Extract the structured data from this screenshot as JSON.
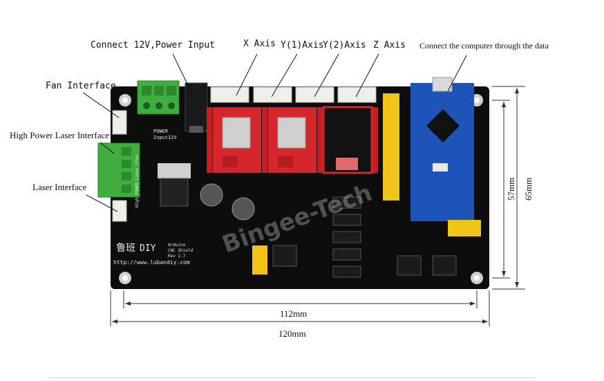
{
  "callouts": {
    "power": "Connect 12V,Power Input",
    "x_axis": "X Axis",
    "y1_axis": "Y(1)Axis",
    "y2_axis": "Y(2)Axis",
    "z_axis": "Z Axis",
    "computer": "Connect the computer through the data",
    "fan": "Fan Interface",
    "high_power_laser": "High Power Laser Interface",
    "laser": "Laser Interface"
  },
  "dimensions": {
    "inner_width": "112mm",
    "outer_width": "120mm",
    "inner_height": "57mm",
    "outer_height": "65mm"
  },
  "board_silk": {
    "brand": "鲁班",
    "diy": "DIY",
    "url": "http://www.lubandiy.com",
    "shield_line1": "Arduino",
    "shield_line2": "CNC Shield",
    "shield_line3": "Rev 2.7",
    "power_line1": "POWER",
    "power_line2": "Input12V",
    "laser_side": "High POWER Laser /Fan",
    "watermark": "Bingee-Tech"
  },
  "colors": {
    "pcb": "#0d0d0d",
    "terminal_green": "#3fae3f",
    "driver_red": "#d6262b",
    "nano_blue": "#1f55b8",
    "header_yellow": "#f2c418",
    "connector_white": "#efefea"
  }
}
